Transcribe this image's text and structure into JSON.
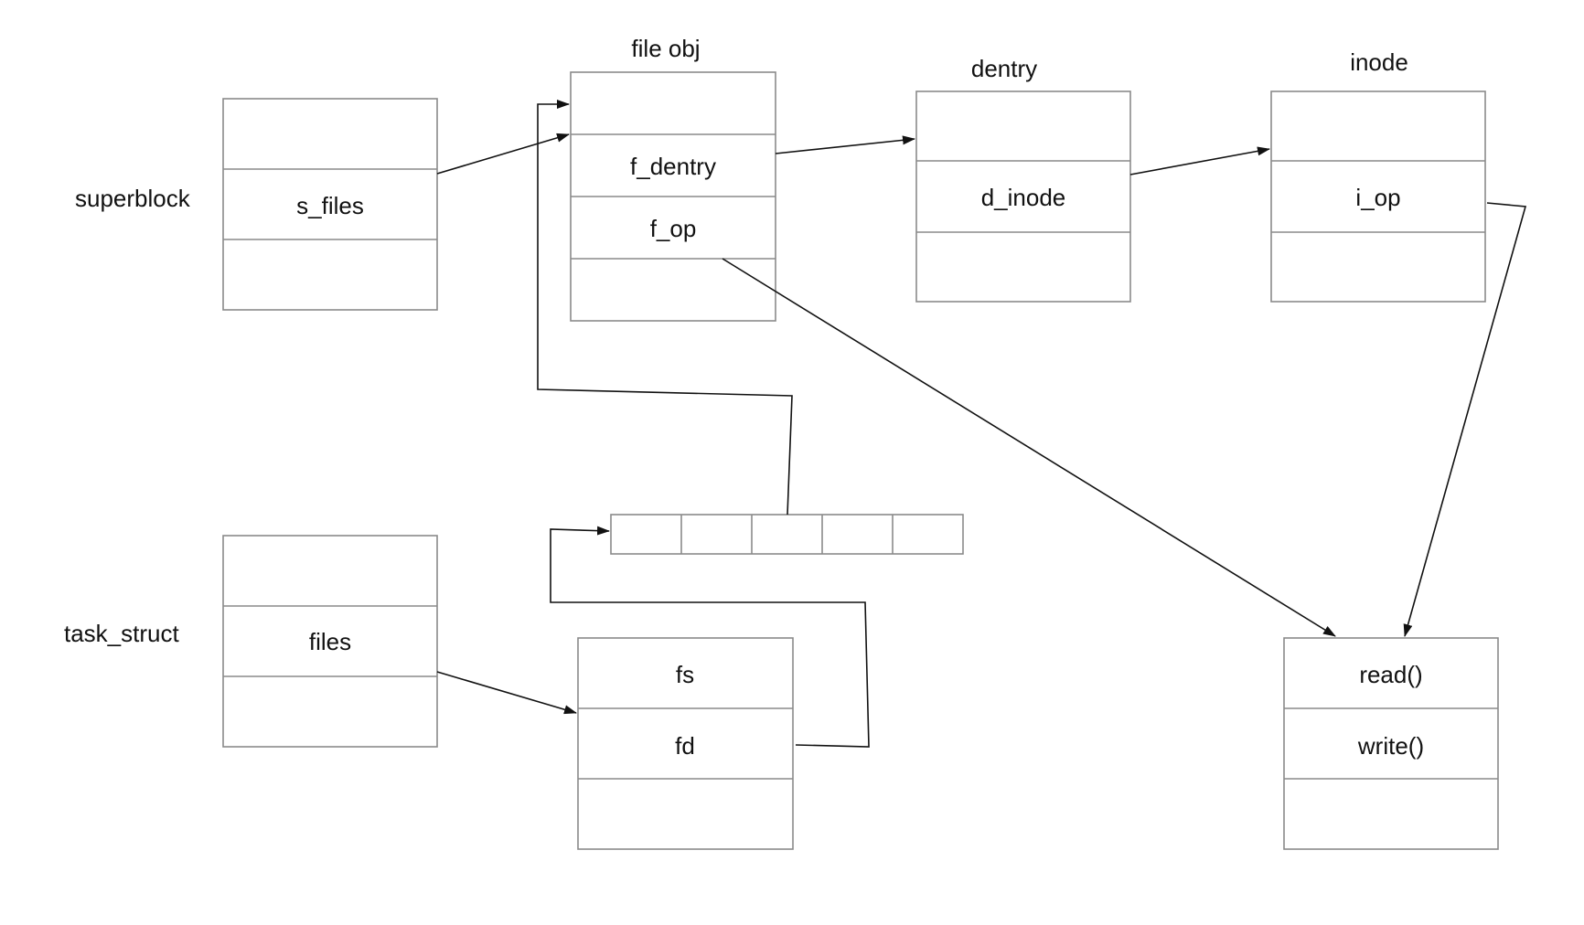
{
  "structures": {
    "superblock": {
      "label": "superblock",
      "fields": [
        "",
        "s_files",
        ""
      ]
    },
    "file_obj": {
      "label": "file obj",
      "fields": [
        "",
        "f_dentry",
        "f_op",
        ""
      ]
    },
    "dentry": {
      "label": "dentry",
      "fields": [
        "",
        "d_inode",
        ""
      ]
    },
    "inode": {
      "label": "inode",
      "fields": [
        "",
        "i_op",
        ""
      ]
    },
    "task_struct": {
      "label": "task_struct",
      "fields": [
        "",
        "files",
        ""
      ]
    },
    "files_struct": {
      "fields": [
        "fs",
        "fd",
        ""
      ]
    },
    "file_ops": {
      "fields": [
        "read()",
        "write()",
        ""
      ]
    },
    "fd_array": {
      "cells": 5
    }
  },
  "connections": [
    {
      "from": "superblock.s_files",
      "to": "file_obj.f_dentry"
    },
    {
      "from": "file_obj.f_dentry",
      "to": "dentry"
    },
    {
      "from": "dentry.d_inode",
      "to": "inode"
    },
    {
      "from": "inode.i_op",
      "to": "file_ops"
    },
    {
      "from": "file_obj.f_op",
      "to": "file_ops"
    },
    {
      "from": "task_struct.files",
      "to": "files_struct.fs"
    },
    {
      "from": "files_struct.fd",
      "to": "fd_array"
    },
    {
      "from": "fd_array",
      "to": "file_obj"
    }
  ],
  "colors": {
    "box_stroke": "#8a8a8a",
    "line": "#111111",
    "text": "#111111",
    "background": "#ffffff"
  }
}
